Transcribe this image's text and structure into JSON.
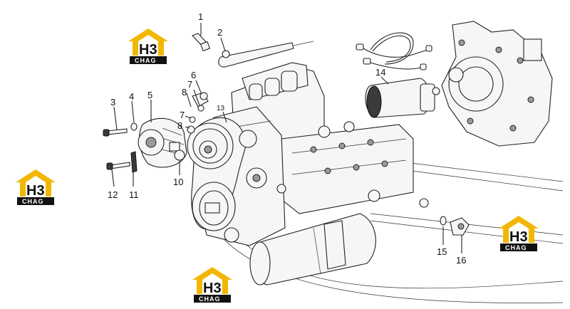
{
  "diagram": {
    "callouts": [
      {
        "id": "c1",
        "label": "1"
      },
      {
        "id": "c2",
        "label": "2"
      },
      {
        "id": "c3",
        "label": "3"
      },
      {
        "id": "c4",
        "label": "4"
      },
      {
        "id": "c5",
        "label": "5"
      },
      {
        "id": "c6",
        "label": "6"
      },
      {
        "id": "c7a",
        "label": "7"
      },
      {
        "id": "c7b",
        "label": "7"
      },
      {
        "id": "c8a",
        "label": "8"
      },
      {
        "id": "c8b",
        "label": "8"
      },
      {
        "id": "c10",
        "label": "10"
      },
      {
        "id": "c11",
        "label": "11"
      },
      {
        "id": "c12",
        "label": "12"
      },
      {
        "id": "c13",
        "label": "13"
      },
      {
        "id": "c14",
        "label": "14"
      },
      {
        "id": "c15",
        "label": "15"
      },
      {
        "id": "c16",
        "label": "16"
      }
    ]
  },
  "watermark": {
    "letters": "H3",
    "caption": "CHAG",
    "colors": {
      "roof": "#f2b705",
      "plate": "#111111",
      "text": "#111111"
    }
  }
}
